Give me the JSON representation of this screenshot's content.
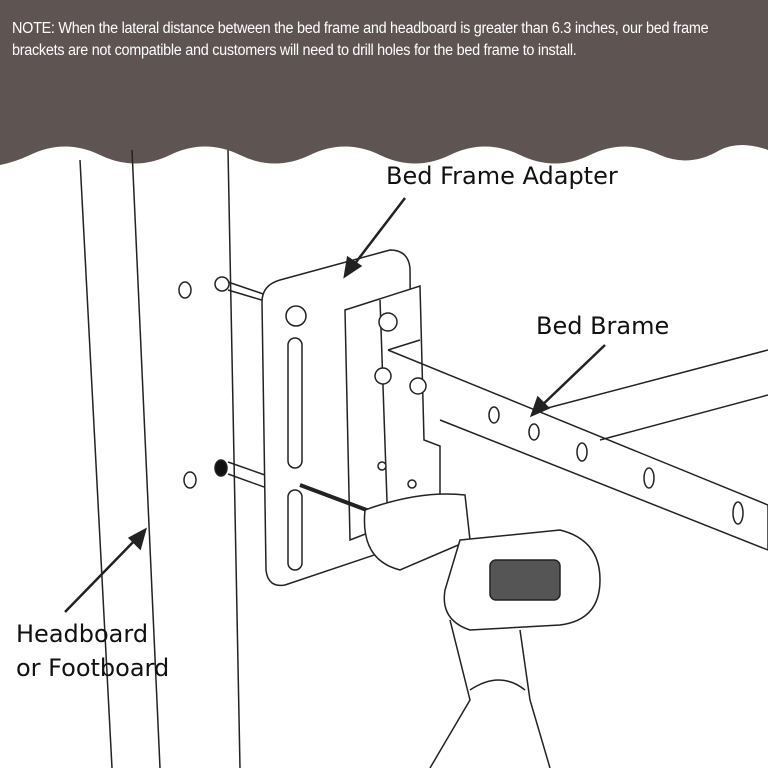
{
  "note": "NOTE: When the lateral distance between the bed frame and headboard is greater than 6.3 inches, our bed frame brackets are not compatible and customers will need to drill holes for the bed frame to install.",
  "labels": {
    "adapter": "Bed Frame Adapter",
    "frame": "Bed Brame",
    "headboard_line1": "Headboard",
    "headboard_line2": "or Footboard"
  },
  "colors": {
    "banner": "#5e5552",
    "line": "#222222"
  }
}
